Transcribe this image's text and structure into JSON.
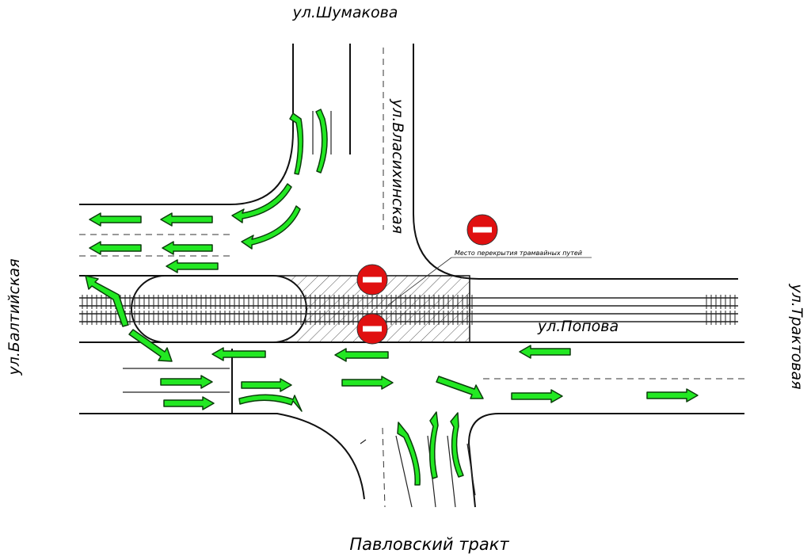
{
  "streets": {
    "shumakova": "ул.Шумакова",
    "vlasikhinskaya": "ул.Власихинская",
    "baltiyskaya": "ул.Балтийская",
    "traktovaya": "ул.Трактовая",
    "popova": "ул.Попова",
    "pavlovsky": "Павловский тракт"
  },
  "note": {
    "tram_closure": "Место перекрытия трамвайных путей"
  },
  "colors": {
    "arrow_fill": "#22e822",
    "arrow_stroke": "#0b3d0b",
    "sign_red": "#e01010"
  },
  "icons": {
    "no_entry": "no-entry-sign-icon",
    "arrow": "green-direction-arrow-icon"
  }
}
